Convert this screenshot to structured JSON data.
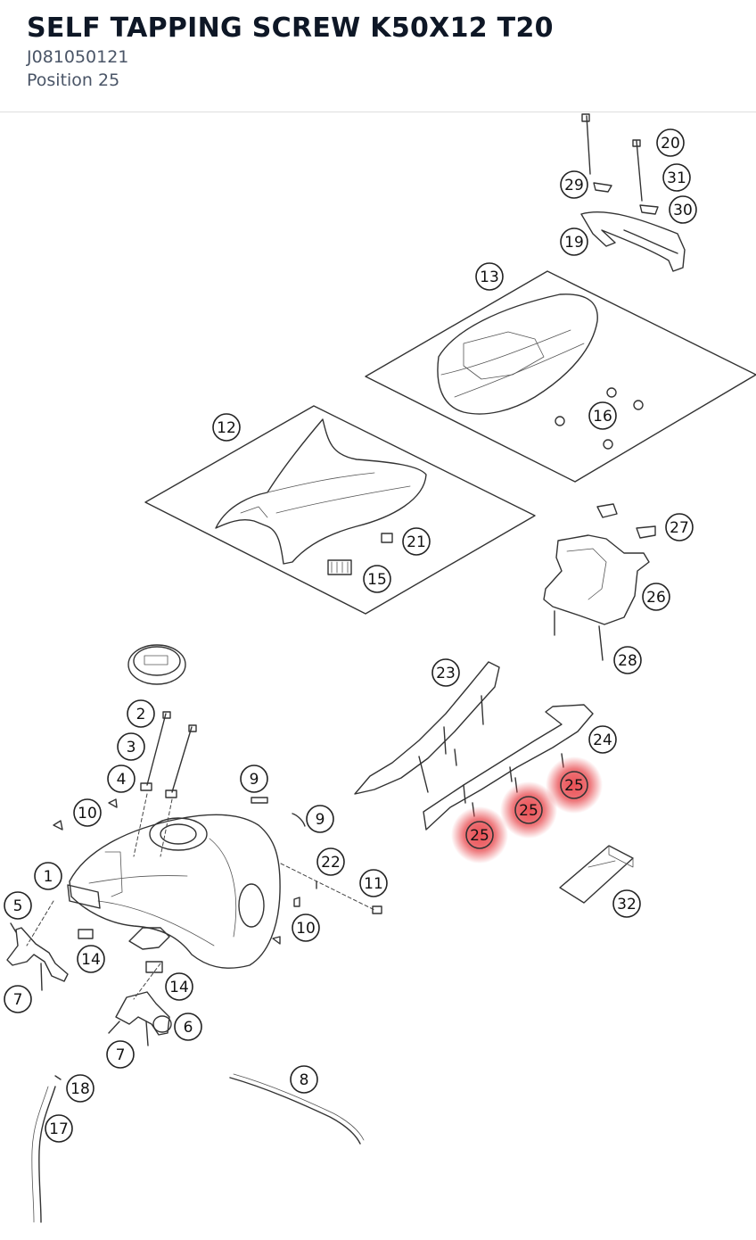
{
  "header": {
    "title": "SELF TAPPING SCREW K50X12 T20",
    "part_number": "J081050121",
    "position": "Position 25"
  },
  "diagram": {
    "highlight_color": "#e8474c",
    "callouts": [
      "20",
      "29",
      "31",
      "30",
      "19",
      "13",
      "16",
      "12",
      "21",
      "15",
      "27",
      "26",
      "28",
      "23",
      "24",
      "25",
      "25",
      "25",
      "2",
      "3",
      "4",
      "9",
      "9",
      "10",
      "22",
      "11",
      "1",
      "5",
      "14",
      "14",
      "10",
      "7",
      "6",
      "7",
      "32",
      "18",
      "8",
      "17"
    ]
  }
}
